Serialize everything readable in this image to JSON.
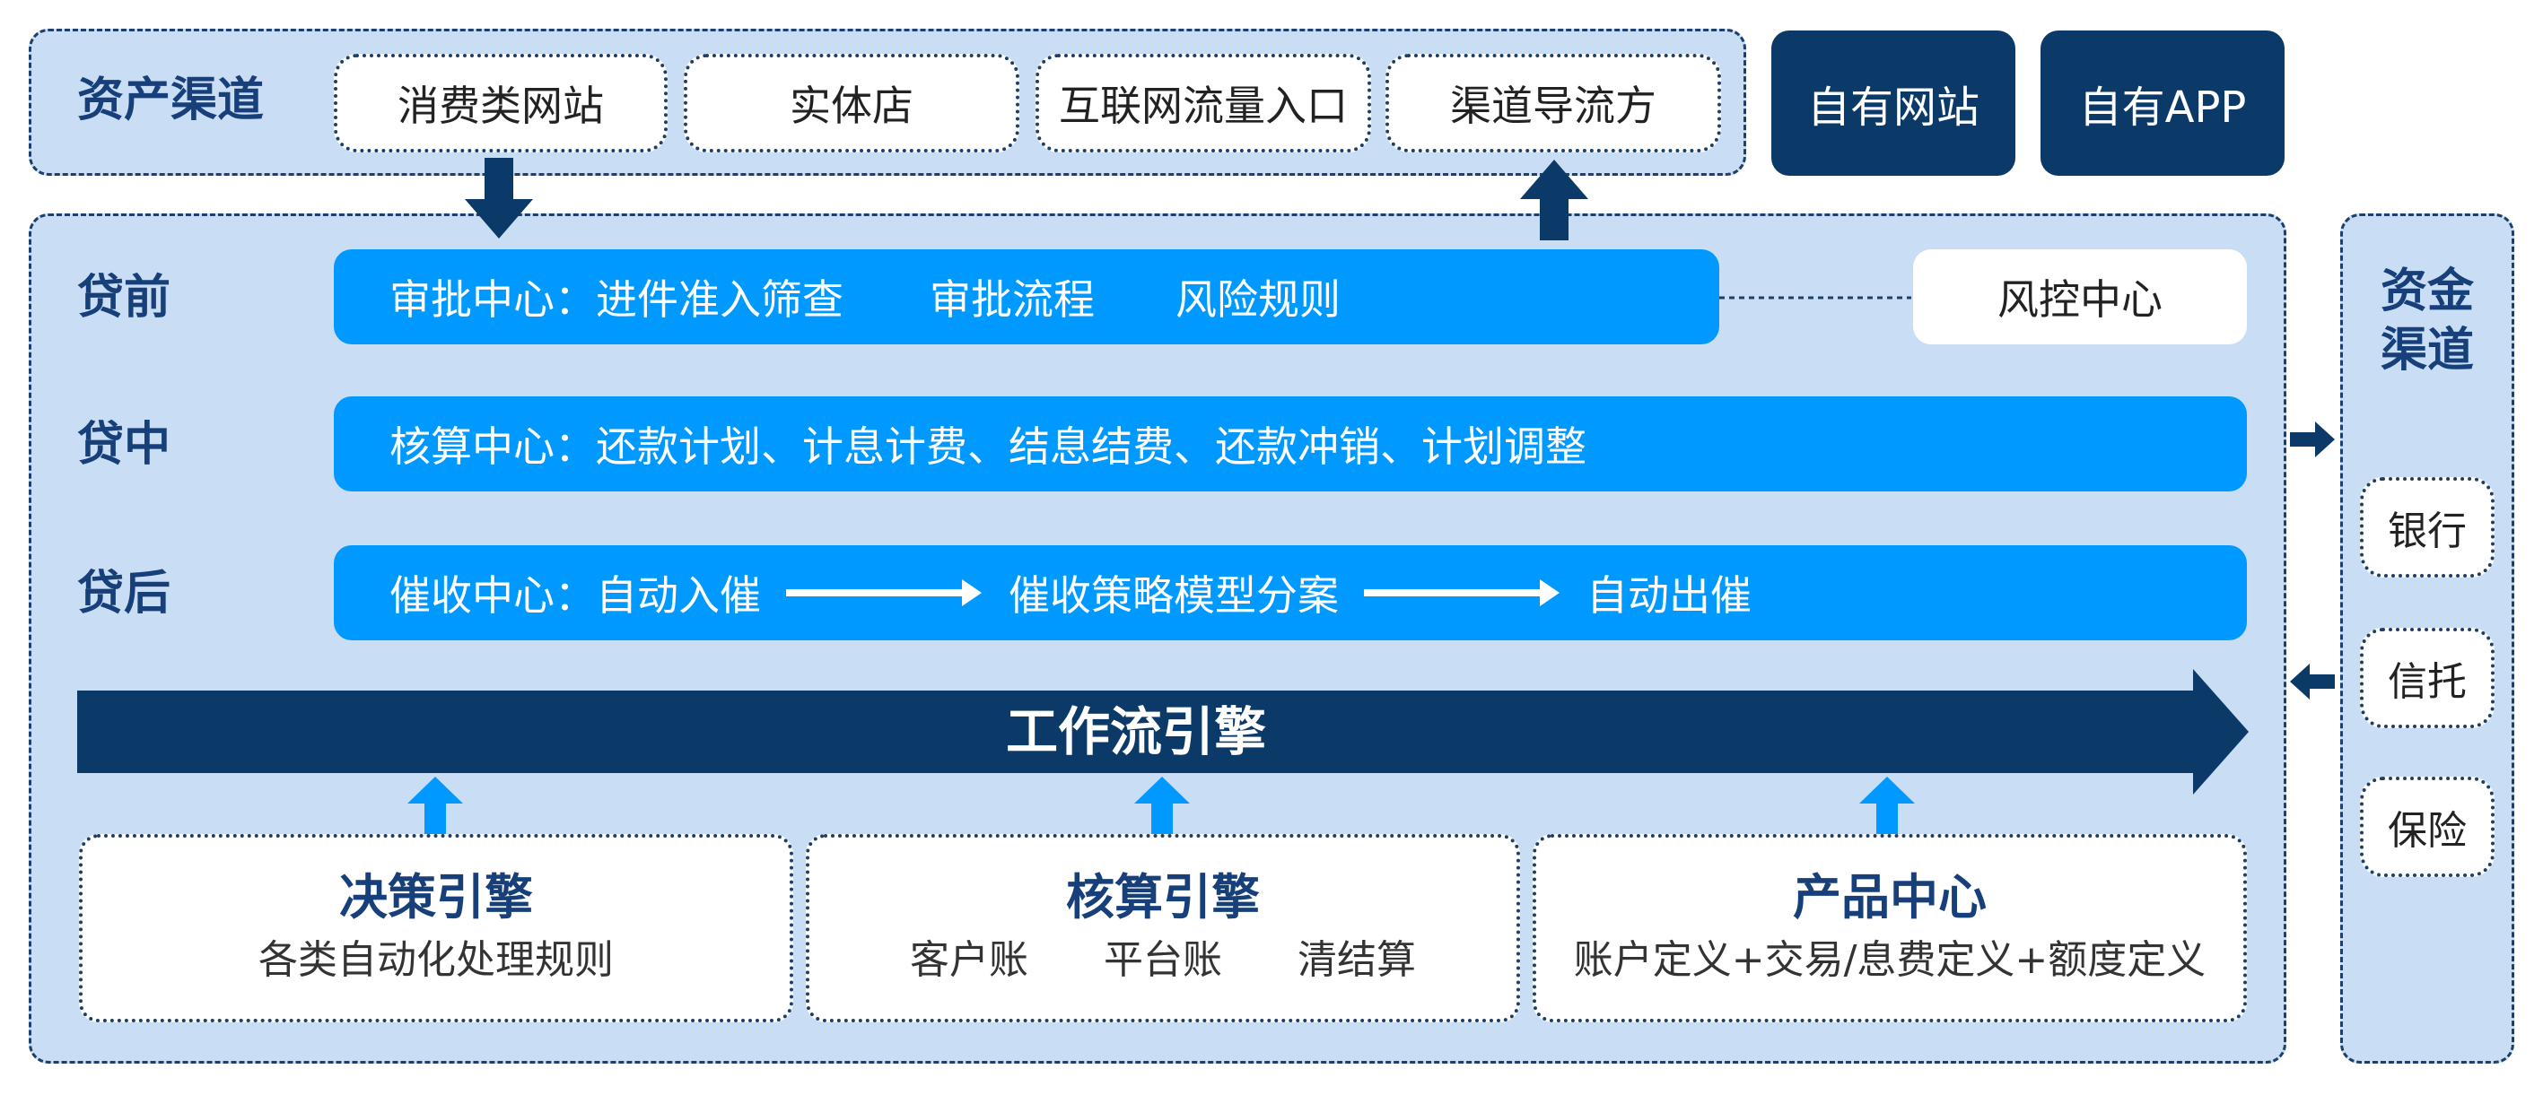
{
  "asset_channel": {
    "title": "资产渠道",
    "items": [
      "消费类网站",
      "实体店",
      "互联网流量入口",
      "渠道导流方"
    ]
  },
  "own_channels": [
    "自有网站",
    "自有APP"
  ],
  "stages": {
    "pre_loan": {
      "label": "贷前",
      "center": "审批中心：",
      "items": [
        "进件准入筛查",
        "审批流程",
        "风险规则"
      ],
      "risk_center": "风控中心"
    },
    "mid_loan": {
      "label": "贷中",
      "text": "核算中心：还款计划、计息计费、结息结费、还款冲销、计划调整"
    },
    "post_loan": {
      "label": "贷后",
      "center": "催收中心：",
      "steps": [
        "自动入催",
        "催收策略模型分案",
        "自动出催"
      ]
    }
  },
  "workflow_engine": "工作流引擎",
  "engines": [
    {
      "title": "决策引擎",
      "subtitle": "各类自动化处理规则"
    },
    {
      "title": "核算引擎",
      "subtitle_parts": [
        "客户账",
        "平台账",
        "清结算"
      ]
    },
    {
      "title": "产品中心",
      "subtitle": "账户定义+交易/息费定义+额度定义"
    }
  ],
  "fund_channel": {
    "title_line1": "资金",
    "title_line2": "渠道",
    "items": [
      "银行",
      "信托",
      "保险"
    ]
  },
  "colors": {
    "panel": "#c9ddf4",
    "bright_blue": "#0099ff",
    "dark_navy": "#0b3a68",
    "label_text": "#17407a"
  }
}
